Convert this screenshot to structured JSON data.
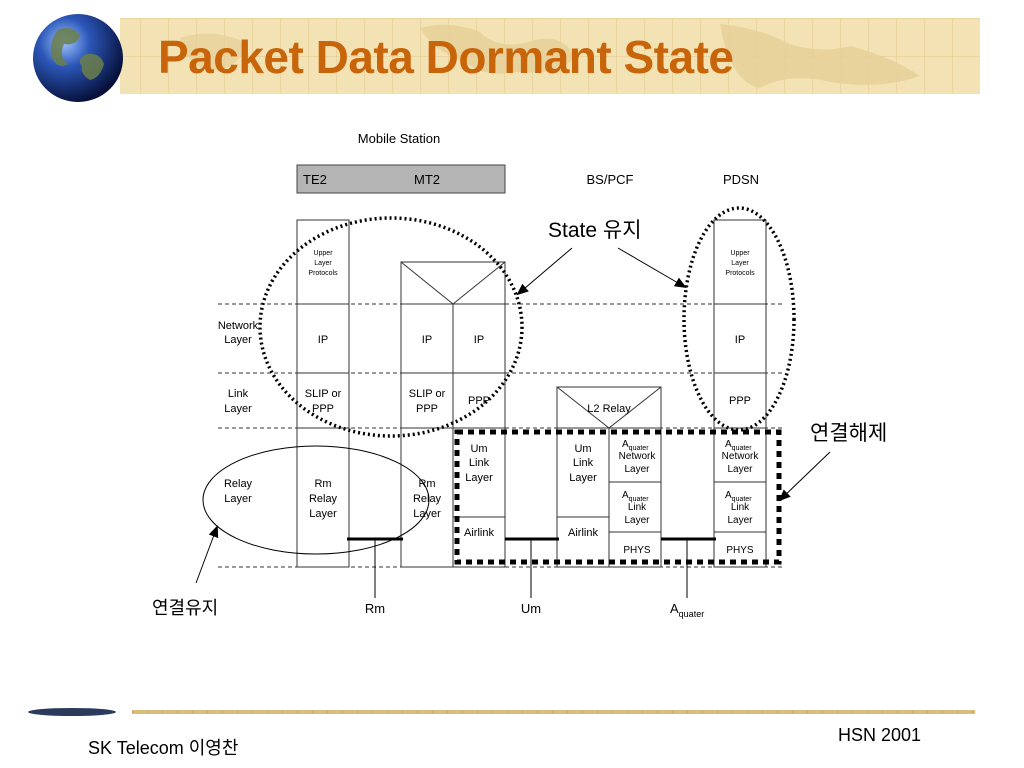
{
  "slide": {
    "title": "Packet Data Dormant State",
    "footer_left": "SK Telecom 이영찬",
    "footer_right": "HSN 2001"
  },
  "colors": {
    "title": "#c8650a",
    "header_band": "#f3e2b4",
    "header_stripe": "#e4c98a",
    "te2_box": "#b4b4b4"
  },
  "diagram": {
    "mobile_station": "Mobile Station",
    "te2": "TE2",
    "mt2": "MT2",
    "bs_pcf": "BS/PCF",
    "pdsn": "PDSN",
    "rows": {
      "network_layer_1": "Network",
      "network_layer_2": "Layer",
      "link_layer_1": "Link",
      "link_layer_2": "Layer",
      "relay_layer_1": "Relay",
      "relay_layer_2": "Layer"
    },
    "cells": {
      "upper_1": "Upper",
      "upper_2": "Layer",
      "upper_3": "Protocols",
      "ip": "IP",
      "slip_1": "SLIP or",
      "slip_2": "PPP",
      "ppp": "PPP",
      "rm_1": "Rm",
      "rm_2": "Relay",
      "rm_3": "Layer",
      "um_1": "Um",
      "um_2": "Link",
      "um_3": "Layer",
      "airlink": "Airlink",
      "l2_relay": "L2 Relay",
      "aq_main": "A",
      "aq_sub": "quater",
      "network": "Network",
      "link": "Link",
      "layer": "Layer",
      "phys": "PHYS"
    },
    "annotations": {
      "state_keep": "State 유지",
      "conn_release": "연결해제",
      "conn_keep": "연결유지"
    },
    "interfaces": {
      "rm": "Rm",
      "um": "Um",
      "aq_main": "A",
      "aq_sub": "quater"
    }
  }
}
